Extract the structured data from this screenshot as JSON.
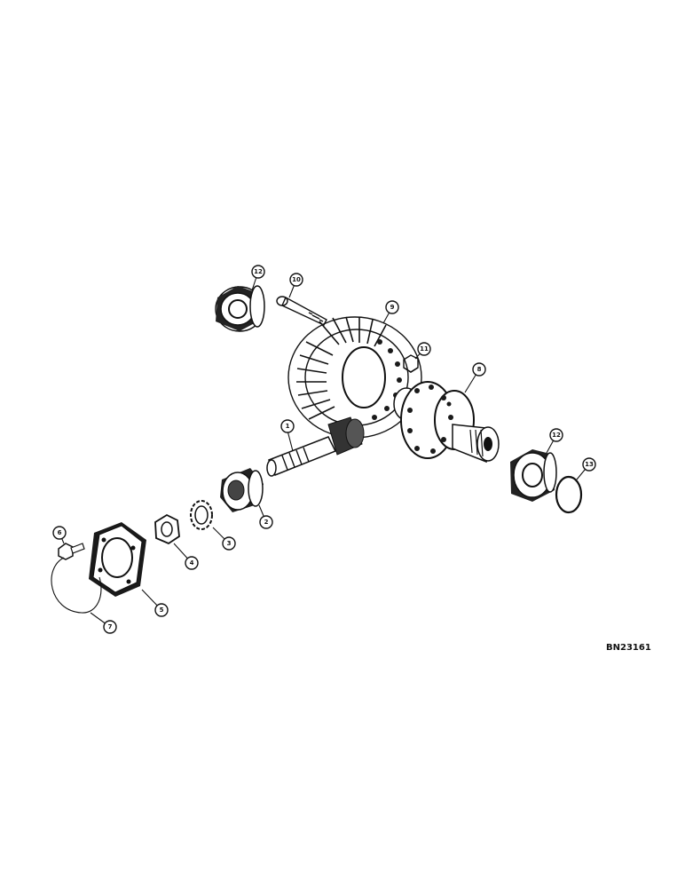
{
  "diagram": {
    "part_code": "BN23161",
    "callouts": [
      "1",
      "2",
      "3",
      "4",
      "5",
      "6",
      "7",
      "8",
      "9",
      "10",
      "11",
      "12",
      "12",
      "13"
    ]
  },
  "colors": {
    "ink": "#111111",
    "background": "#ffffff"
  }
}
